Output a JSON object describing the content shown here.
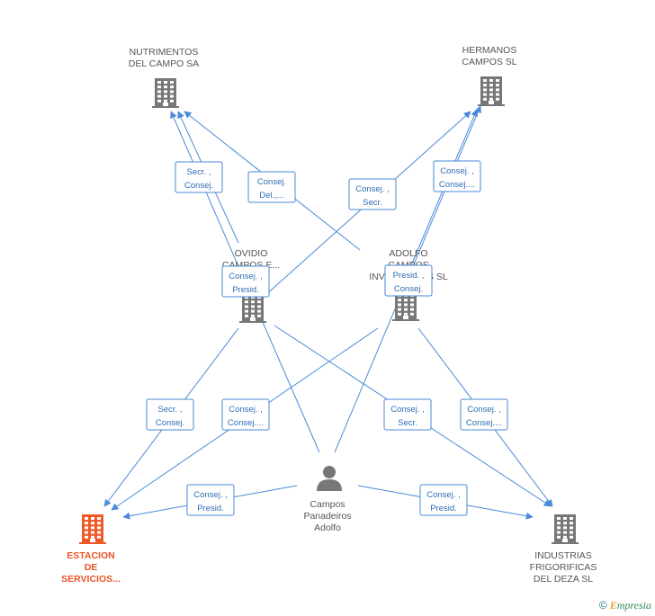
{
  "nodes": [
    {
      "id": "nutrimentos",
      "type": "company",
      "lines": [
        "NUTRIMENTOS",
        "DEL CAMPO SA"
      ],
      "color": "#777777"
    },
    {
      "id": "hermanos",
      "type": "company",
      "lines": [
        "HERMANOS",
        "CAMPOS SL"
      ],
      "color": "#777777"
    },
    {
      "id": "ovidio",
      "type": "company",
      "lines": [
        "OVIDIO",
        "CAMPOS E..."
      ],
      "color": "#777777"
    },
    {
      "id": "adolfo_inv",
      "type": "company",
      "lines": [
        "ADOLFO",
        "CAMPOS",
        "INVERSIONES SL"
      ],
      "color": "#777777"
    },
    {
      "id": "estacion",
      "type": "company",
      "lines": [
        "ESTACION",
        "DE",
        "SERVICIOS..."
      ],
      "color": "#f05a28",
      "main": true
    },
    {
      "id": "industrias",
      "type": "company",
      "lines": [
        "INDUSTRIAS",
        "FRIGORIFICAS",
        "DEL DEZA SL"
      ],
      "color": "#777777"
    },
    {
      "id": "person",
      "type": "person",
      "lines": [
        "Campos",
        "Panadeiros",
        "Adolfo"
      ],
      "color": "#777777"
    }
  ],
  "edges": [
    {
      "from": "ovidio",
      "to": "nutrimentos",
      "label": [
        "Secr. ,",
        "Consej."
      ]
    },
    {
      "from": "adolfo_inv",
      "to": "nutrimentos",
      "label": [
        "Consej.",
        "Del.,..."
      ]
    },
    {
      "from": "ovidio",
      "to": "hermanos",
      "label": [
        "Consej. ,",
        "Secr."
      ]
    },
    {
      "from": "adolfo_inv",
      "to": "hermanos",
      "label": [
        "Consej. ,",
        "Consej...."
      ]
    },
    {
      "from": "person",
      "to": "nutrimentos",
      "label": [
        "Consej. ,",
        "Presid."
      ]
    },
    {
      "from": "person",
      "to": "hermanos",
      "label": [
        "Presid. ,",
        "Consej."
      ]
    },
    {
      "from": "ovidio",
      "to": "estacion",
      "label": [
        "Secr. ,",
        "Consej."
      ]
    },
    {
      "from": "adolfo_inv",
      "to": "estacion",
      "label": [
        "Consej. ,",
        "Consej...."
      ]
    },
    {
      "from": "ovidio",
      "to": "industrias",
      "label": [
        "Consej. ,",
        "Secr."
      ]
    },
    {
      "from": "adolfo_inv",
      "to": "industrias",
      "label": [
        "Consej. ,",
        "Consej...."
      ]
    },
    {
      "from": "person",
      "to": "estacion",
      "label": [
        "Consej. ,",
        "Presid."
      ]
    },
    {
      "from": "person",
      "to": "industrias",
      "label": [
        "Consej. ,",
        "Presid."
      ]
    }
  ],
  "footer": {
    "copyright": "©",
    "brand_first": "E",
    "brand_rest": "mpresia"
  },
  "colors": {
    "edge": "#4a8ad8",
    "label_border": "#4a8ad8",
    "label_text": "#2e6db4"
  }
}
